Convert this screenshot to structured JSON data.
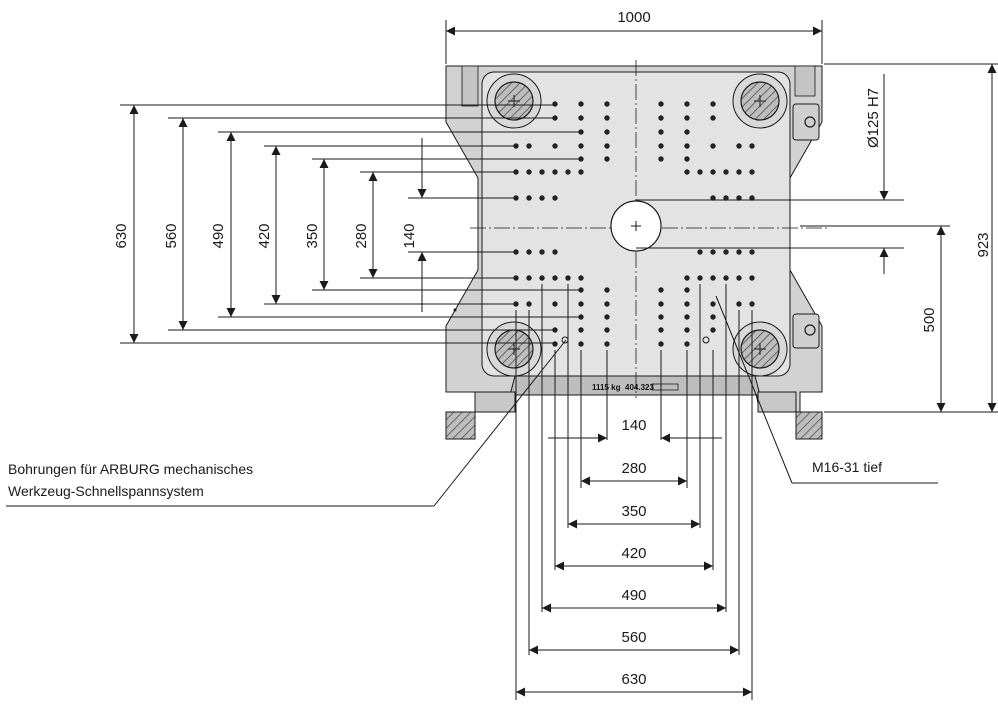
{
  "dimensions": {
    "overall_width": "1000",
    "overall_height": "923",
    "center_offset": "500",
    "bore": "Ø125 H7",
    "vertical_spacings": [
      "630",
      "560",
      "490",
      "420",
      "350",
      "280",
      "140"
    ],
    "horizontal_spacings": [
      "140",
      "280",
      "350",
      "420",
      "490",
      "560",
      "630"
    ]
  },
  "plate": {
    "weight_label": "1115 kg",
    "part_number": "404.323"
  },
  "annotations": {
    "quick_clamp_holes_line1": "Bohrungen für ARBURG mechanisches",
    "quick_clamp_holes_line2": "Werkzeug-Schnellspannsystem",
    "thread_holes": "M16-31 tief"
  },
  "colors": {
    "plate_gray": "#c8c8c8",
    "plate_light": "#d9d9d9",
    "line": "#1a1a1a"
  }
}
